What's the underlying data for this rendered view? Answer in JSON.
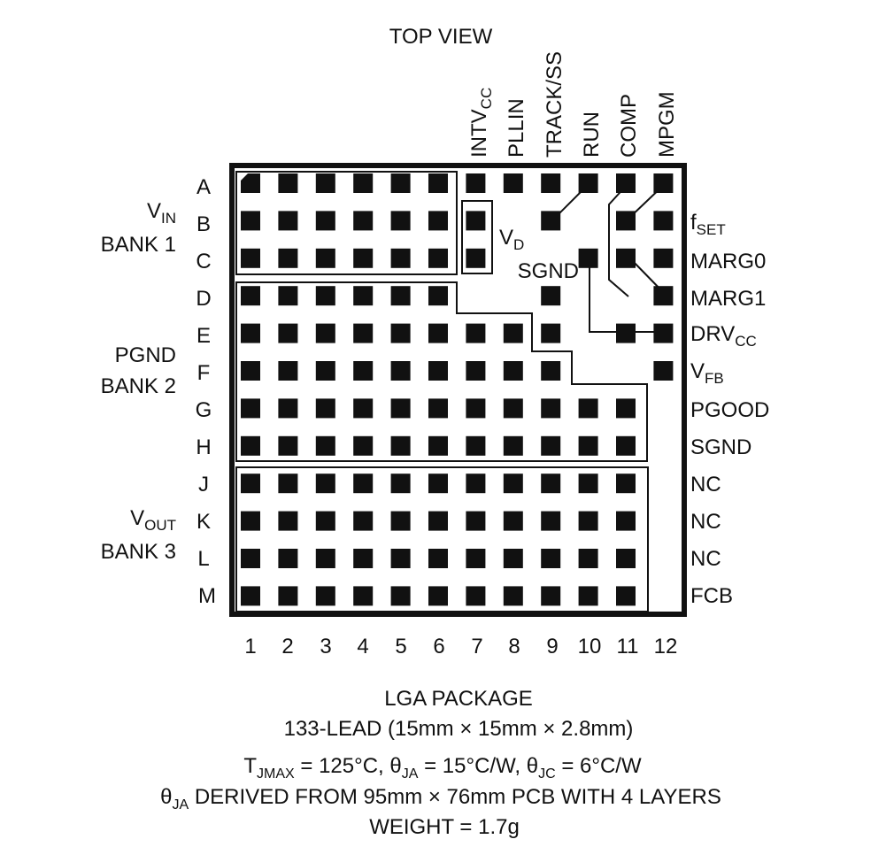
{
  "header": {
    "view": "TOP VIEW"
  },
  "package": {
    "rows": [
      "A",
      "B",
      "C",
      "D",
      "E",
      "F",
      "G",
      "H",
      "J",
      "K",
      "L",
      "M"
    ],
    "cols": [
      "1",
      "2",
      "3",
      "4",
      "5",
      "6",
      "7",
      "8",
      "9",
      "10",
      "11",
      "12"
    ],
    "empty_pads": [
      "B8",
      "B10",
      "C8",
      "C9",
      "D7",
      "D8",
      "D10",
      "D11",
      "E10",
      "F10",
      "F11",
      "G12",
      "H12",
      "J12",
      "K12",
      "L12",
      "M12"
    ]
  },
  "top_pins": [
    "INTVCC",
    "PLLIN",
    "TRACK/SS",
    "RUN",
    "COMP",
    "MPGM"
  ],
  "left_banks": {
    "vin": {
      "main": "V",
      "sub": "IN",
      "line2": "BANK 1"
    },
    "pgnd": {
      "line1": "PGND",
      "line2": "BANK 2"
    },
    "vout": {
      "main": "V",
      "sub": "OUT",
      "line2": "BANK 3"
    }
  },
  "inner_labels": {
    "vd": {
      "main": "V",
      "sub": "D"
    },
    "sgnd": "SGND"
  },
  "right_pins": {
    "fset": {
      "main": "f",
      "sub": "SET"
    },
    "marg0": "MARG0",
    "marg1": "MARG1",
    "drvcc": {
      "main": "DRV",
      "sub": "CC"
    },
    "vfb": {
      "main": "V",
      "sub": "FB"
    },
    "pgood": "PGOOD",
    "sgnd": "SGND",
    "nc1": "NC",
    "nc2": "NC",
    "nc3": "NC",
    "fcb": "FCB"
  },
  "footer": {
    "pkg": "LGA PACKAGE",
    "lead": "133-LEAD (15mm × 15mm × 2.8mm)",
    "thermal": {
      "t": "T",
      "t_sub": "JMAX",
      "t_val": " = 125°C, ",
      "ja": "θ",
      "ja_sub": "JA",
      "ja_val": " = 15°C/W, ",
      "jc": "θ",
      "jc_sub": "JC",
      "jc_val": " = 6°C/W"
    },
    "derived": {
      "theta": "θ",
      "sub": "JA",
      "text": " DERIVED FROM 95mm × 76mm PCB WITH 4 LAYERS"
    },
    "weight": "WEIGHT = 1.7g"
  }
}
